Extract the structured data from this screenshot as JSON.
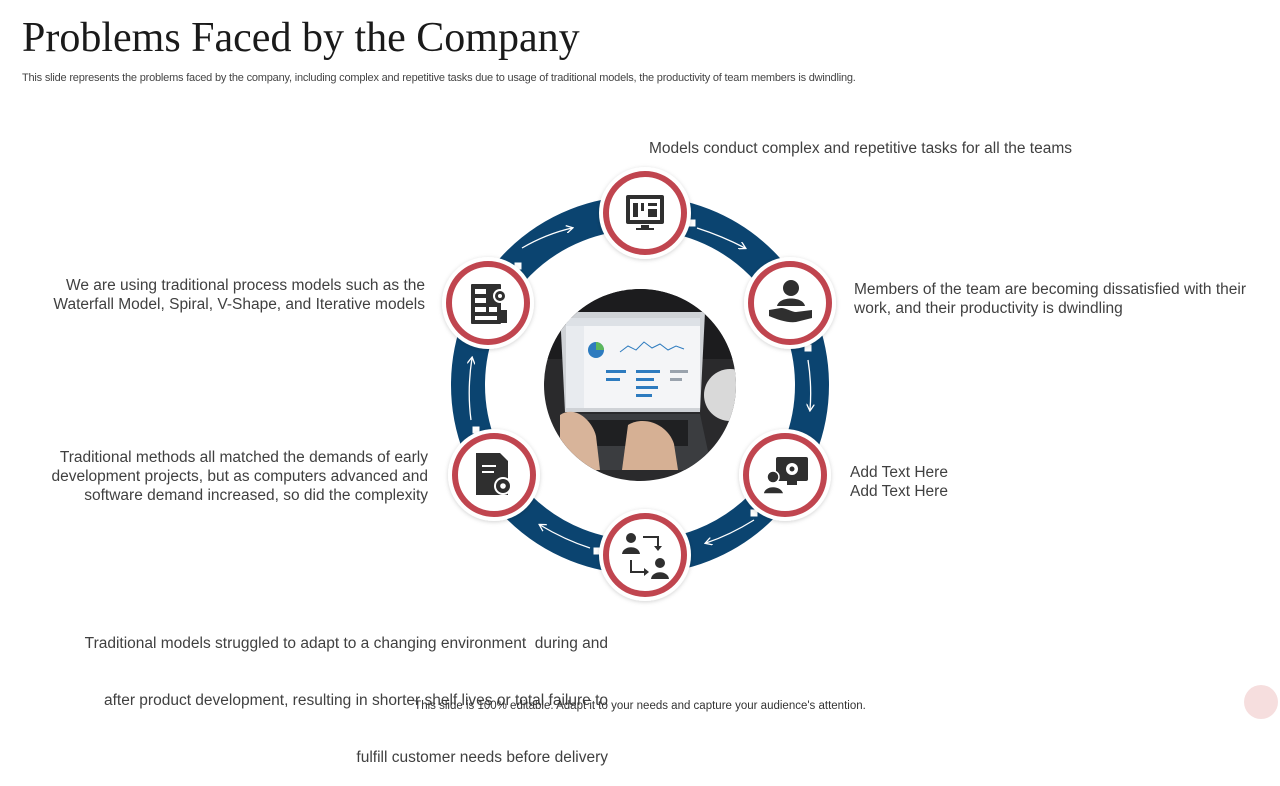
{
  "slide": {
    "title": "Problems Faced by the Company",
    "subtitle": "This slide represents the problems faced by the company, including complex and repetitive tasks due to usage of traditional models, the productivity of team members is dwindling.",
    "footer": "This slide is 100% editable. Adapt it to your needs and capture your audience's attention."
  },
  "items": [
    {
      "icon": "monitor-code-icon",
      "lines": [
        "Models conduct complex and repetitive tasks for all the teams"
      ]
    },
    {
      "icon": "person-hand-icon",
      "lines": [
        "Members of the team are becoming dissatisfied with their",
        "work, and their productivity is dwindling"
      ]
    },
    {
      "icon": "computer-user-gear-icon",
      "lines": [
        "Add Text Here",
        "Add Text Here"
      ]
    },
    {
      "icon": "users-exchange-icon",
      "lines": [
        "Traditional models struggled to adapt to a changing environment  during and",
        "after product development, resulting in shorter shelf lives or total failure to",
        "fulfill customer needs before delivery"
      ]
    },
    {
      "icon": "document-gear-icon",
      "lines": [
        "Traditional methods all matched the demands of early",
        "development projects, but as computers advanced and",
        "software demand increased, so did the complexity"
      ]
    },
    {
      "icon": "process-chart-gear-icon",
      "lines": [
        "We are using traditional process models such as the",
        "Waterfall Model, Spiral, V-Shape, and Iterative models"
      ]
    }
  ],
  "colors": {
    "ring": "#0b4470",
    "accent": "#c0454f",
    "icon": "#2f2f2f"
  }
}
